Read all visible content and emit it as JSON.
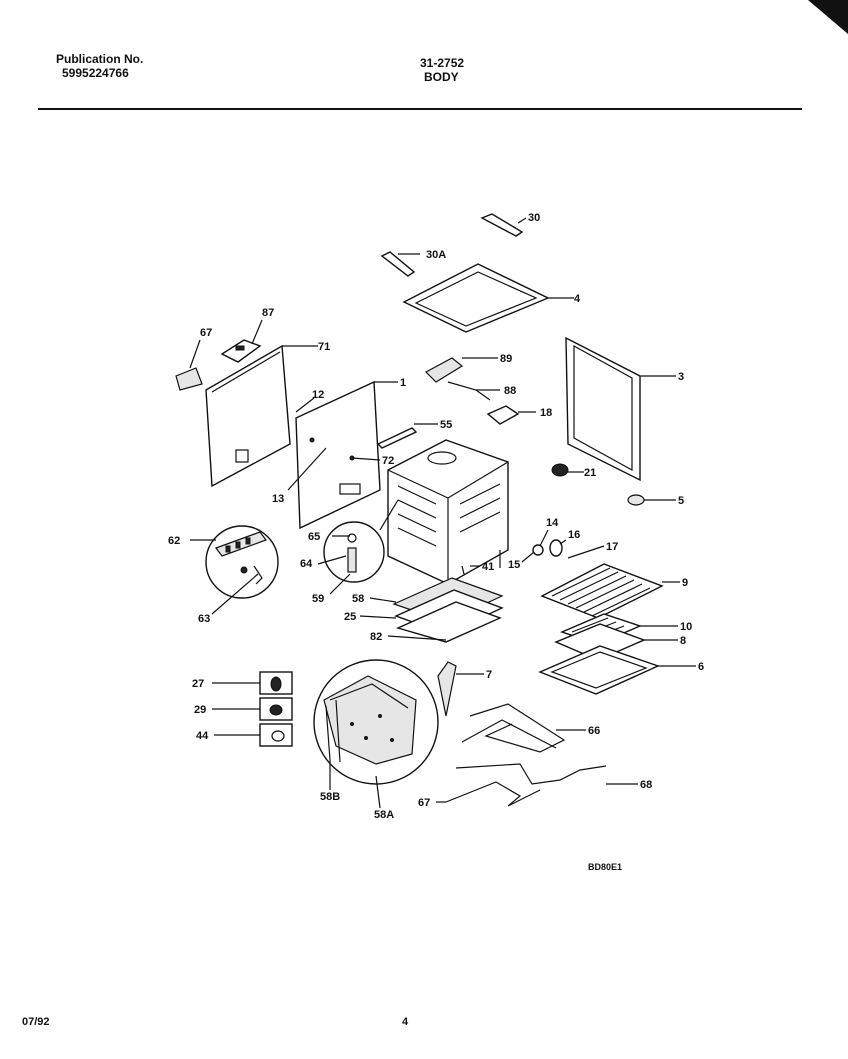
{
  "header": {
    "publication_label": "Publication No.",
    "publication_number": "5995224766",
    "document_code": "31-2752",
    "section_title": "BODY"
  },
  "diagram": {
    "drawing_id": "BD80E1",
    "callouts": [
      "30",
      "30A",
      "4",
      "67",
      "87",
      "71",
      "89",
      "88",
      "18",
      "3",
      "12",
      "1",
      "55",
      "13",
      "72",
      "21",
      "5",
      "62",
      "65",
      "64",
      "59",
      "63",
      "14",
      "16",
      "15",
      "17",
      "41",
      "9",
      "58",
      "25",
      "82",
      "10",
      "8",
      "6",
      "27",
      "29",
      "44",
      "7",
      "66",
      "58B",
      "58A",
      "67",
      "68"
    ]
  },
  "footer": {
    "date": "07/92",
    "page_number": "4"
  }
}
